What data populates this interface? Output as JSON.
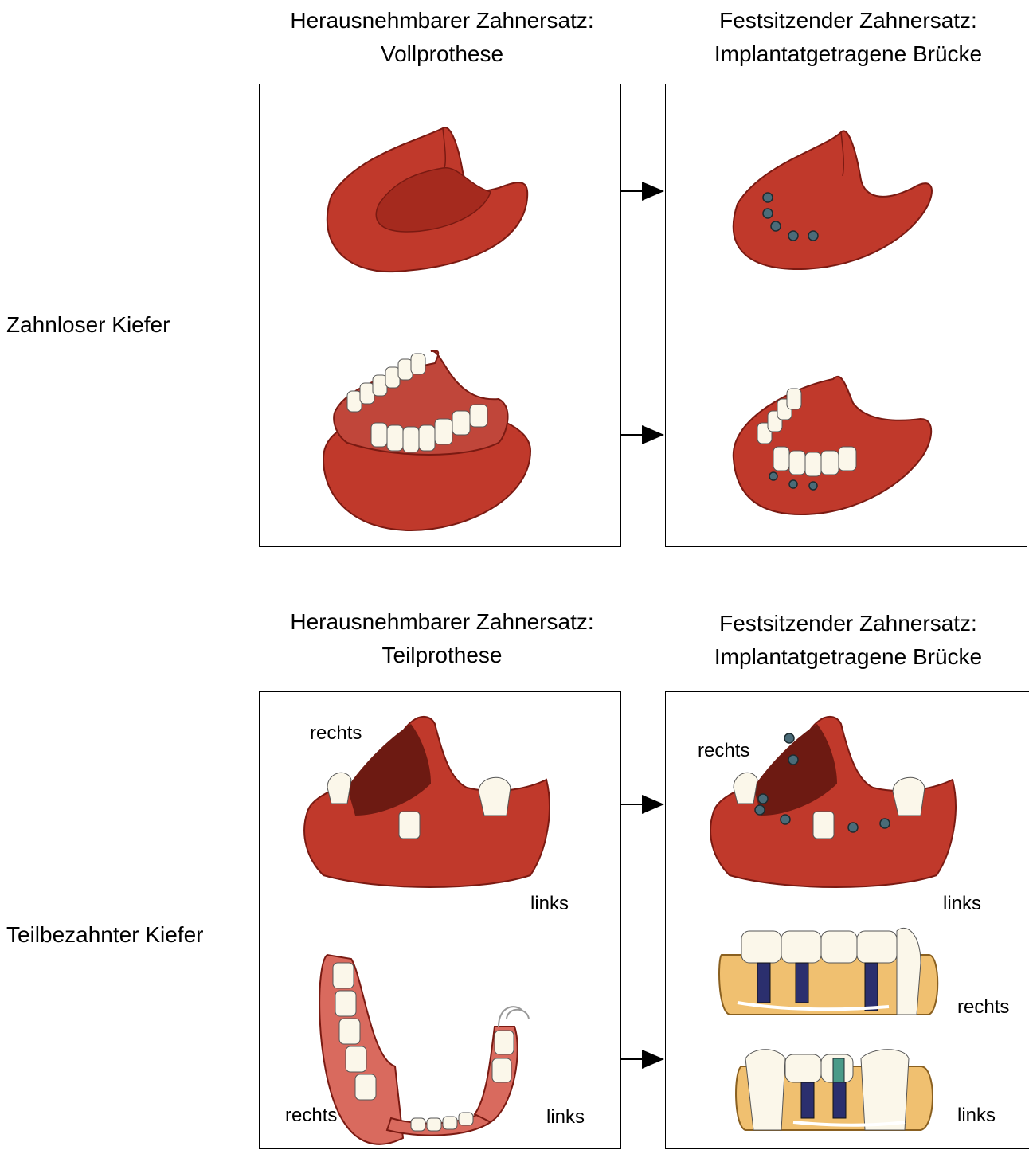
{
  "headings": {
    "top_left": [
      "Herausnehmbarer Zahnersatz:",
      "Vollprothese"
    ],
    "top_right": [
      "Festsitzender Zahnersatz:",
      "Implantatgetragene Brücke"
    ],
    "bottom_left": [
      "Herausnehmbarer Zahnersatz:",
      "Teilprothese"
    ],
    "bottom_right": [
      "Festsitzender Zahnersatz:",
      "Implantatgetragene Brücke"
    ]
  },
  "row_labels": {
    "edentulous": "Zahnloser Kiefer",
    "partial": "Teilbezahnter Kiefer"
  },
  "side_labels": {
    "right": "rechts",
    "left": "links"
  },
  "colors": {
    "gum": "#c0392b",
    "gum_dark": "#7a1a12",
    "tooth": "#fbf7ea",
    "implant": "#4a6b78",
    "bone": "#f0c070",
    "implant_body": "#2b2f6e"
  }
}
